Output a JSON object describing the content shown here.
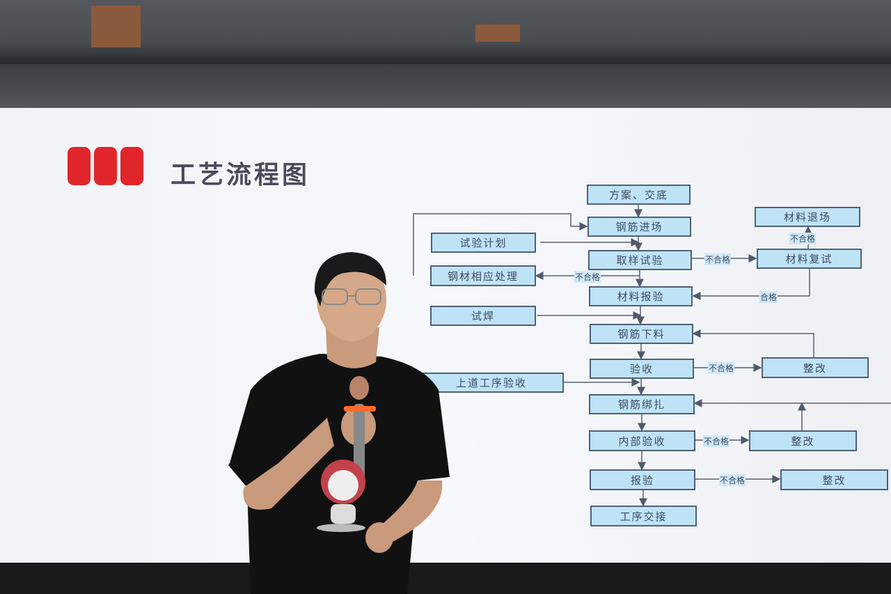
{
  "slide": {
    "title": "工艺流程图",
    "accent_color": "#e0262b",
    "flowchart": {
      "main": [
        "方案、交底",
        "钢筋进场",
        "取样试验",
        "材料报验",
        "钢筋下料",
        "验收",
        "钢筋绑扎",
        "内部验收",
        "报验",
        "工序交接"
      ],
      "side": {
        "plan": "试验计划",
        "treat": "钢材相应处理",
        "weld": "试焊",
        "prev": "上道工序验收",
        "retest": "材料复试",
        "exit": "材料退场",
        "fix1": "整改",
        "fix2": "整改",
        "fix3": "整改"
      },
      "labels": {
        "fail": "不合格",
        "pass": "合格"
      }
    }
  }
}
